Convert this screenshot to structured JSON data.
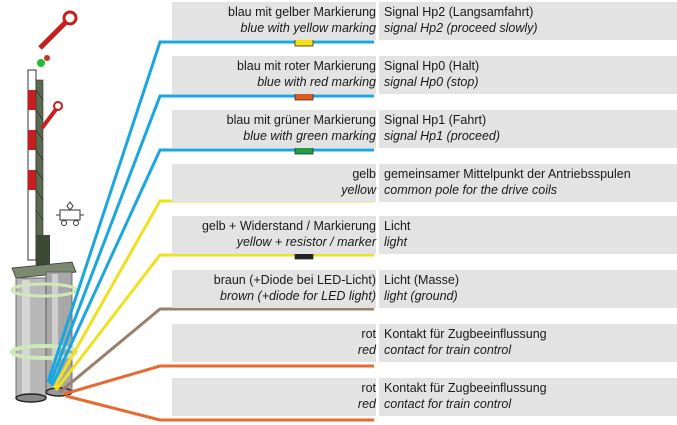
{
  "rows": [
    {
      "de": "blau mit gelber Markierung",
      "en": "blue with yellow marking",
      "sig_de": "Signal Hp2 (Langsamfahrt)",
      "sig_en": "signal Hp2 (proceed slowly)",
      "wire": "#1aa7e0",
      "marker": "#f5e010"
    },
    {
      "de": "blau mit roter Markierung",
      "en": "blue with red marking",
      "sig_de": "Signal Hp0 (Halt)",
      "sig_en": "signal Hp0 (stop)",
      "wire": "#1aa7e0",
      "marker": "#e05a20"
    },
    {
      "de": "blau mit grüner Markierung",
      "en": "blue with green marking",
      "sig_de": "Signal Hp1 (Fahrt)",
      "sig_en": "signal Hp1 (proceed)",
      "wire": "#1aa7e0",
      "marker": "#20a040"
    },
    {
      "de": "gelb",
      "en": "yellow",
      "sig_de": "gemeinsamer Mittelpunkt der Antriebsspulen",
      "sig_en": "common pole for the drive coils",
      "wire": "#f0e020",
      "marker": null
    },
    {
      "de": "gelb + Widerstand / Markierung",
      "en": "yellow + resistor / marker",
      "sig_de": "Licht",
      "sig_en": "light",
      "wire": "#f0e020",
      "marker": "#222222"
    },
    {
      "de": "braun (+Diode bei LED-Licht)",
      "en": "brown (+diode for LED light)",
      "sig_de": "Licht (Masse)",
      "sig_en": "light (ground)",
      "wire": "#9a7f6a",
      "marker": null
    },
    {
      "de": "rot",
      "en": "red",
      "sig_de": "Kontakt für Zugbeeinflussung",
      "sig_en": "contact for train control",
      "wire": "#e86a30",
      "marker": null
    },
    {
      "de": "rot",
      "en": "red",
      "sig_de": "Kontakt für Zugbeeinflussung",
      "sig_en": "contact for train control",
      "wire": "#e86a30",
      "marker": null
    }
  ]
}
